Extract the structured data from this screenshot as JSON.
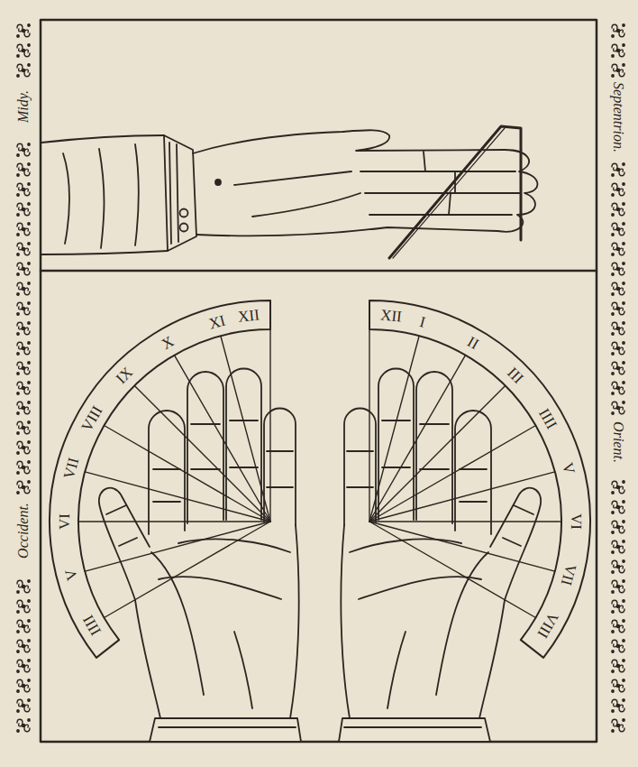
{
  "diagram": {
    "labels": [
      "Midy.",
      "Septentrion.",
      "Occident.",
      "Orient.",
      "XII",
      "XI",
      "X",
      "IX",
      "VIII",
      "VII",
      "VI",
      "V",
      "IIII",
      "XII",
      "I",
      "II",
      "III",
      "IIII",
      "V",
      "VI",
      "VII",
      "VIII"
    ]
  }
}
